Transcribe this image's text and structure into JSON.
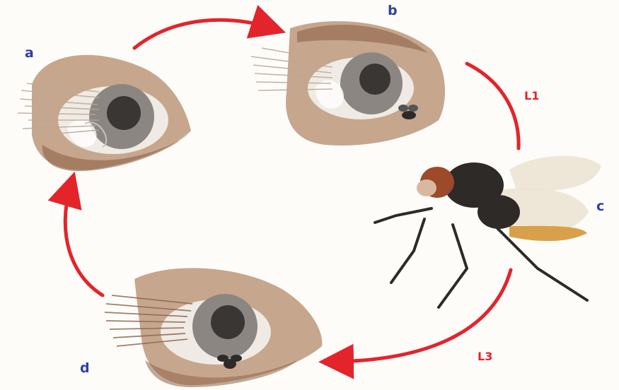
{
  "colors": {
    "panel_label": "#2f3fa8",
    "arrow_and_stage_label": "#e3242b",
    "eyelid_skin": "#b48a6a",
    "eyelid_shadow": "#8e6246",
    "iris": "#8c8682",
    "pupil": "#3a3634",
    "fly_body": "#2d2a28",
    "fly_eye": "#9c4a2a",
    "fly_wing": "#ece3d3",
    "fly_abdomen": "#d8a04a"
  },
  "figure": {
    "panels": {
      "a": "a",
      "b": "b",
      "c": "c",
      "d": "d"
    },
    "stages": {
      "l1": "L1",
      "l3": "L3"
    }
  }
}
